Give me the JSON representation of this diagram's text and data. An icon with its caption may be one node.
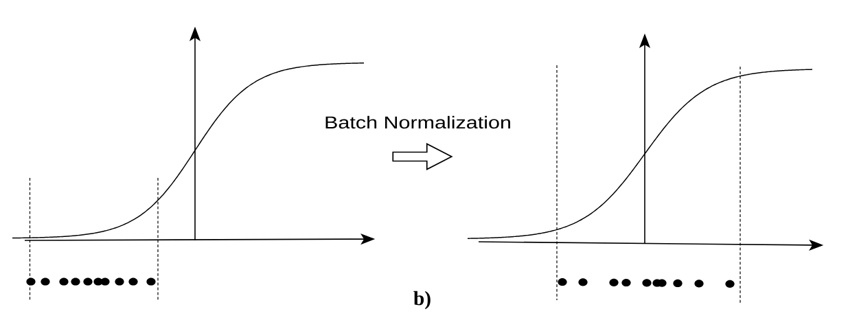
{
  "diagram": {
    "caption": "b)",
    "nodes": [
      {
        "text": [],
        "shape": "picture"
      },
      {
        "text": [],
        "shape": "picture"
      }
    ],
    "edges": [
      {
        "from": 0,
        "to": 1,
        "arrow": "to",
        "label": "Batch Normalization"
      }
    ]
  }
}
